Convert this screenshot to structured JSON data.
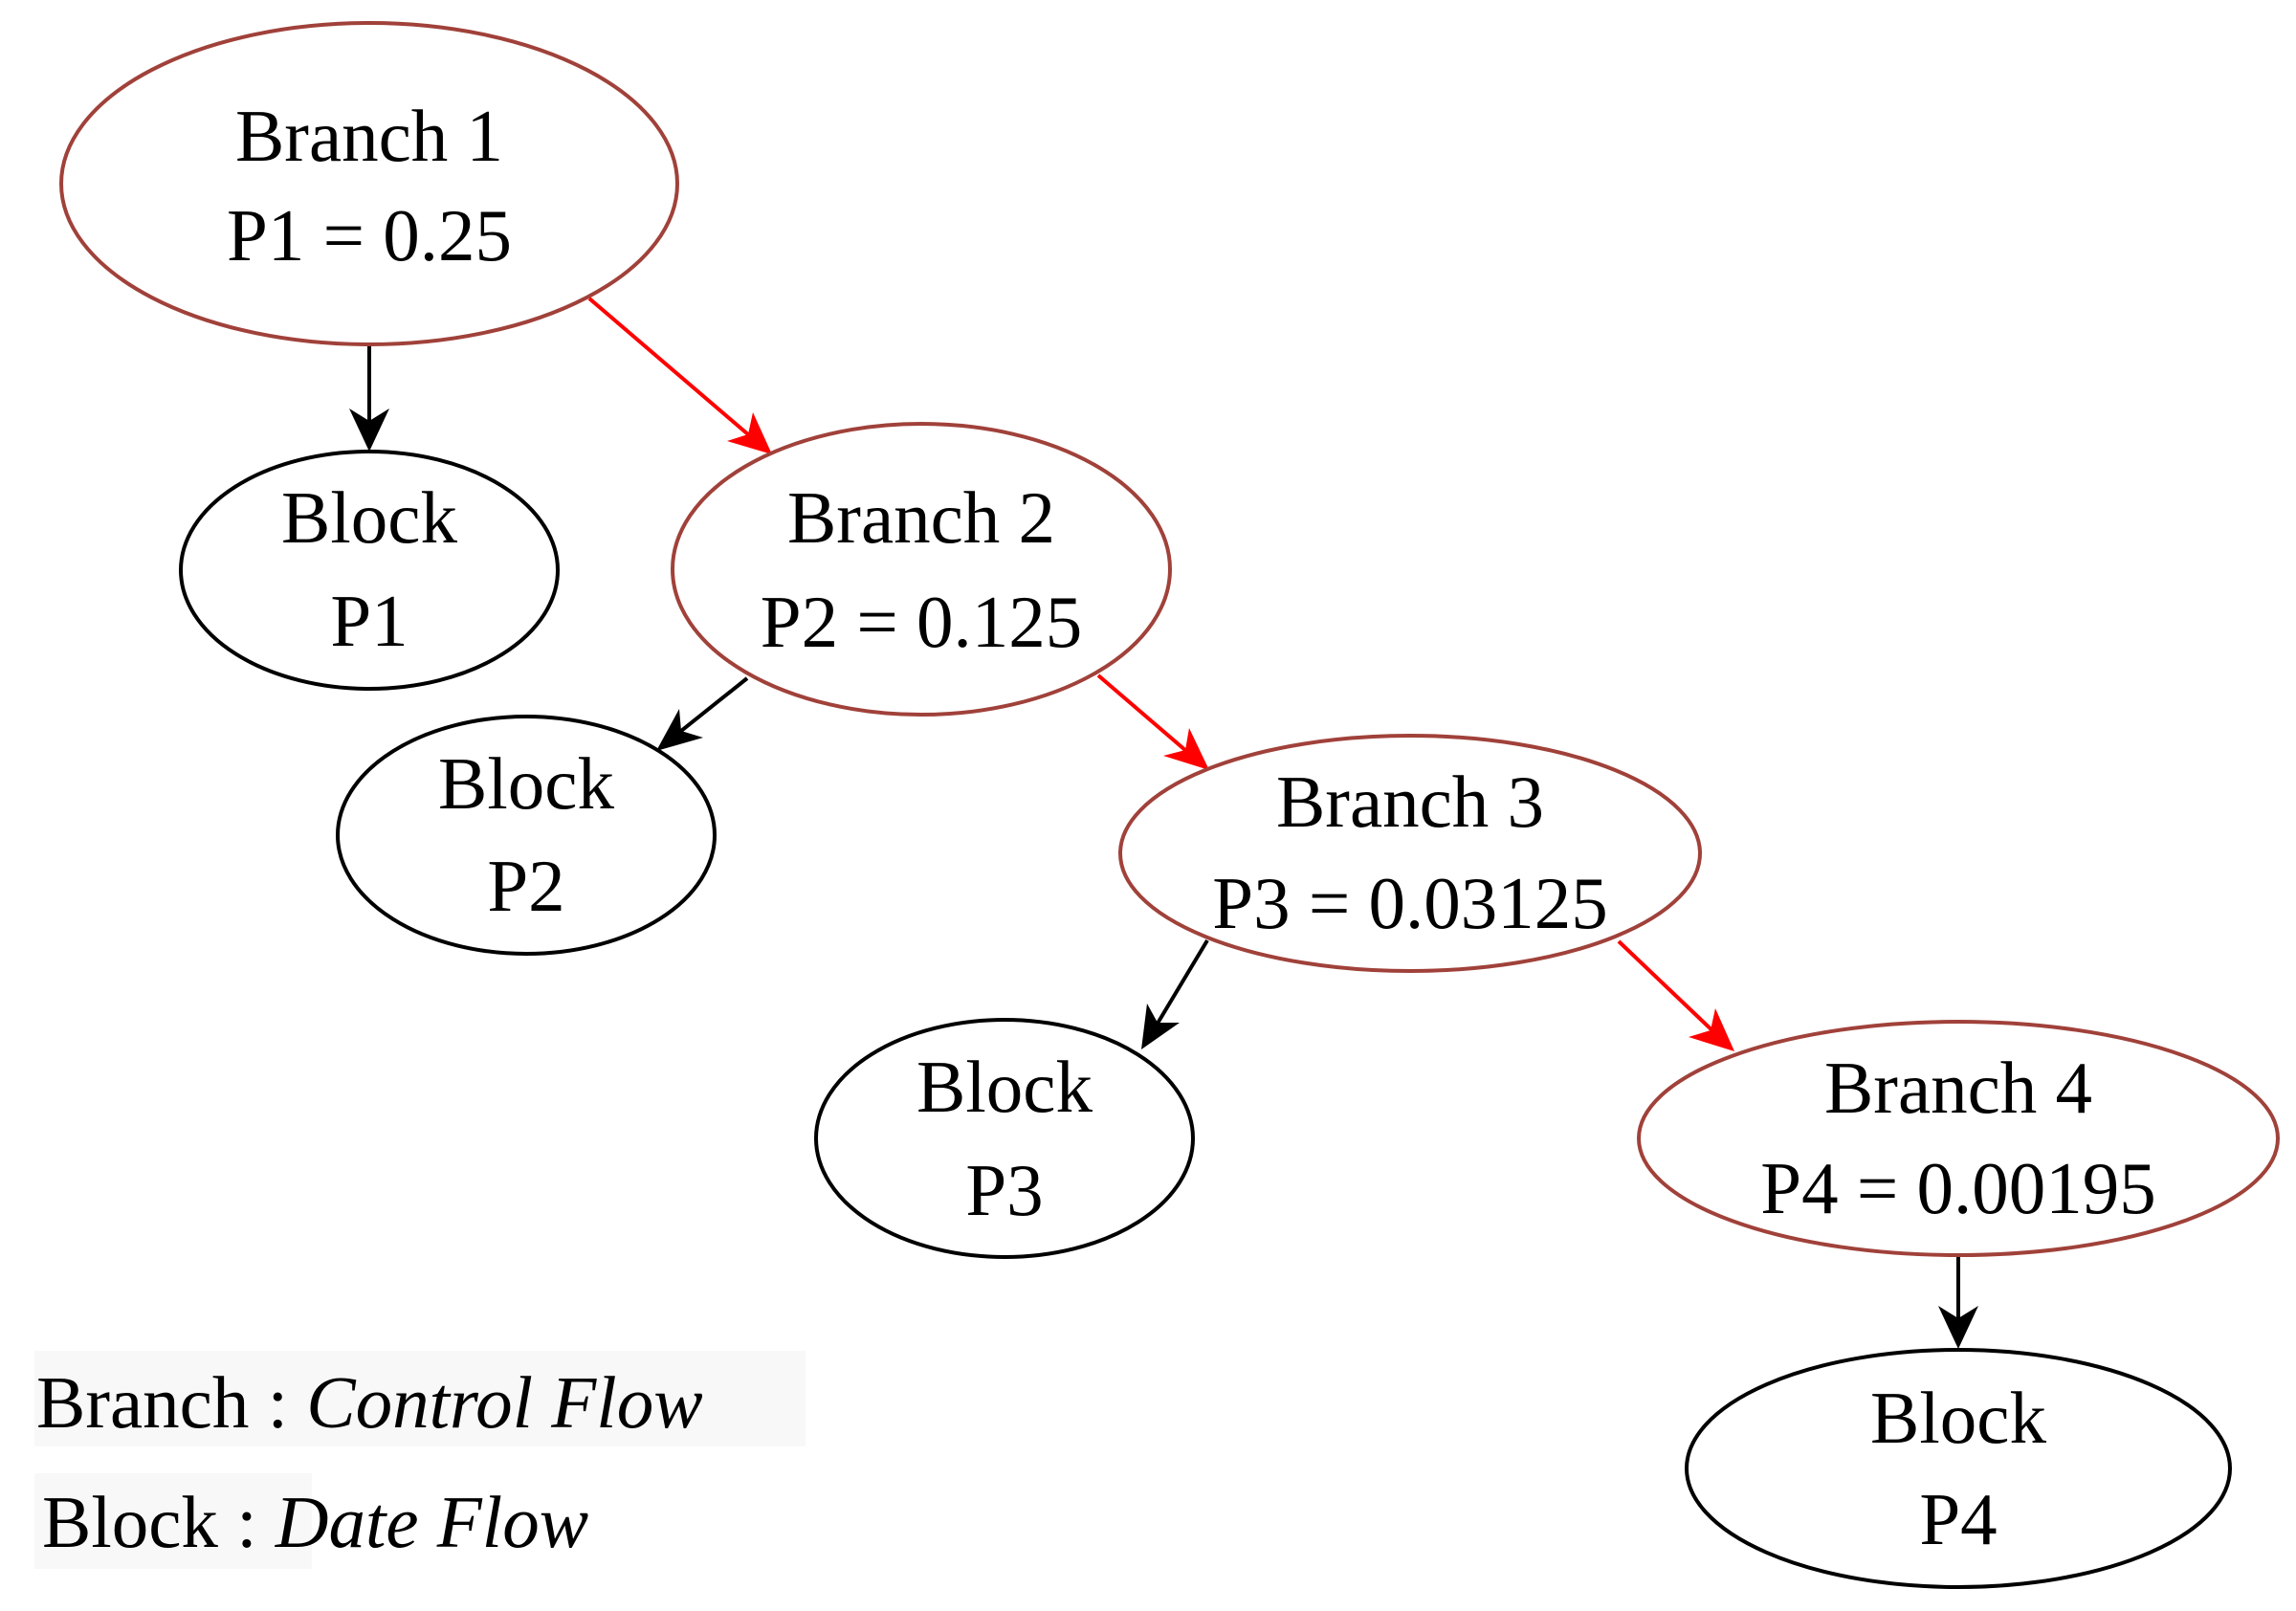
{
  "colors": {
    "branch_stroke": "#a0413a",
    "block_stroke": "#000000",
    "control_edge": "#ff0000",
    "data_edge": "#000000"
  },
  "nodes": {
    "branch1": {
      "line1": "Branch 1",
      "line2": "P1 = 0.25"
    },
    "branch2": {
      "line1": "Branch 2",
      "line2": "P2 = 0.125"
    },
    "branch3": {
      "line1": "Branch 3",
      "line2": "P3 = 0.03125"
    },
    "branch4": {
      "line1": "Branch 4",
      "line2": "P4 = 0.00195"
    },
    "block1": {
      "line1": "Block",
      "line2": "P1"
    },
    "block2": {
      "line1": "Block",
      "line2": "P2"
    },
    "block3": {
      "line1": "Block",
      "line2": "P3"
    },
    "block4": {
      "line1": "Block",
      "line2": "P4"
    }
  },
  "edges": [
    {
      "from": "branch1",
      "to": "block1",
      "kind": "data"
    },
    {
      "from": "branch1",
      "to": "branch2",
      "kind": "control"
    },
    {
      "from": "branch2",
      "to": "block2",
      "kind": "data"
    },
    {
      "from": "branch2",
      "to": "branch3",
      "kind": "control"
    },
    {
      "from": "branch3",
      "to": "block3",
      "kind": "data"
    },
    {
      "from": "branch3",
      "to": "branch4",
      "kind": "control"
    },
    {
      "from": "branch4",
      "to": "block4",
      "kind": "data"
    }
  ],
  "legend": {
    "branch": {
      "term": "Branch",
      "sep": " : ",
      "desc": "Control Flow"
    },
    "block": {
      "term": "Block",
      "sep": " : ",
      "desc": "Date Flow"
    }
  }
}
